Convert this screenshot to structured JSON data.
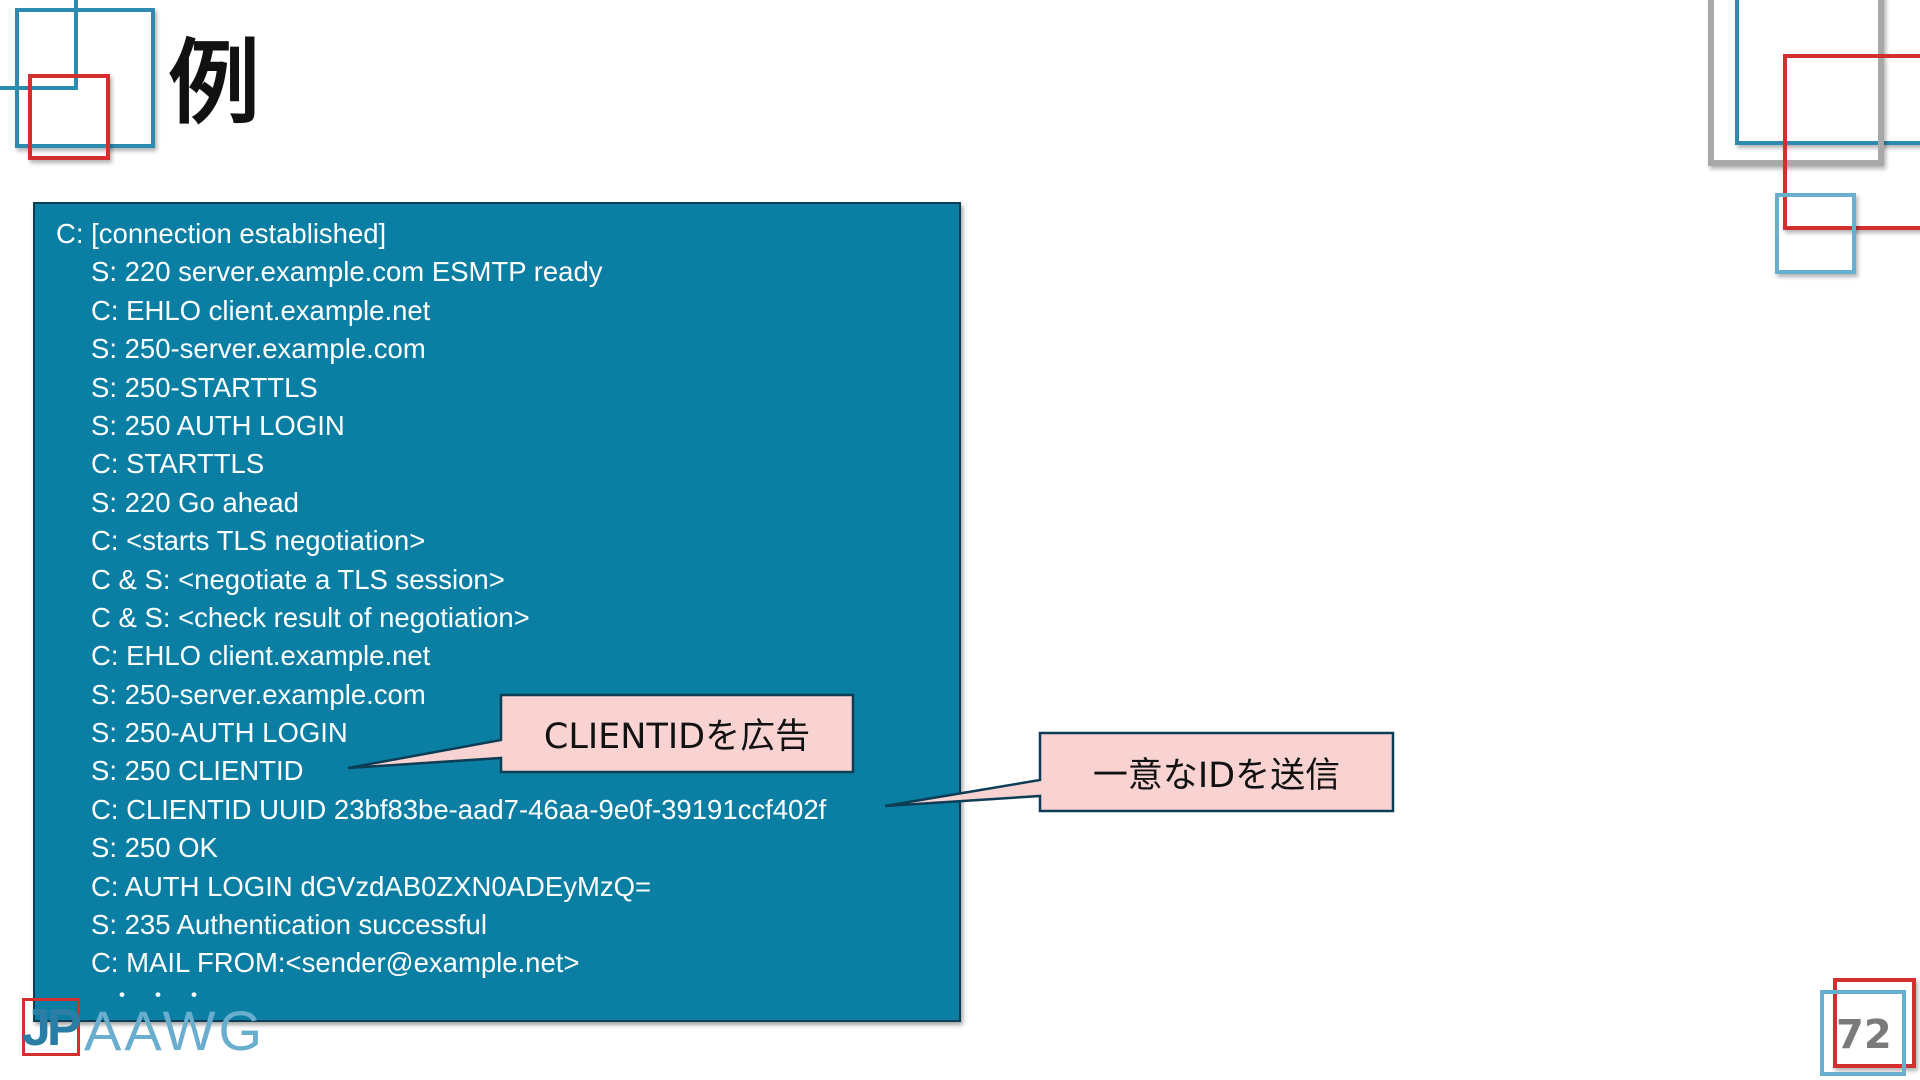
{
  "slide": {
    "title": "例",
    "page_number": "72"
  },
  "code": {
    "lines": [
      {
        "text": "C: [connection established]",
        "indent": false
      },
      {
        "text": "S: 220 server.example.com ESMTP ready",
        "indent": true
      },
      {
        "text": "C: EHLO client.example.net",
        "indent": true
      },
      {
        "text": "S: 250-server.example.com",
        "indent": true
      },
      {
        "text": "S: 250-STARTTLS",
        "indent": true
      },
      {
        "text": "S: 250 AUTH LOGIN",
        "indent": true
      },
      {
        "text": "C: STARTTLS",
        "indent": true
      },
      {
        "text": "S: 220 Go ahead",
        "indent": true
      },
      {
        "text": "C: <starts TLS negotiation>",
        "indent": true
      },
      {
        "text": "C & S: <negotiate a TLS session>",
        "indent": true
      },
      {
        "text": "C & S: <check result of negotiation>",
        "indent": true
      },
      {
        "text": "C: EHLO client.example.net",
        "indent": true
      },
      {
        "text": "S: 250-server.example.com",
        "indent": true
      },
      {
        "text": "S: 250-AUTH LOGIN",
        "indent": true
      },
      {
        "text": "S: 250 CLIENTID",
        "indent": true
      },
      {
        "text": "C: CLIENTID UUID 23bf83be-aad7-46aa-9e0f-39191ccf402f",
        "indent": true
      },
      {
        "text": "S: 250 OK",
        "indent": true
      },
      {
        "text": "C: AUTH LOGIN dGVzdAB0ZXN0ADEyMzQ=",
        "indent": true
      },
      {
        "text": "S: 235 Authentication successful",
        "indent": true
      },
      {
        "text": "C: MAIL FROM:<sender@example.net>",
        "indent": true
      }
    ],
    "ellipsis": "・・・"
  },
  "callouts": {
    "advertise": "CLIENTIDを広告",
    "send_id": "一意なIDを送信"
  },
  "logo": {
    "prefix": "JP",
    "suffix": "AAWG"
  },
  "colors": {
    "code_background": "#0a7fa3",
    "callout_fill": "#f8d3d1",
    "accent_blue": "#2e8bb0",
    "accent_red": "#d32f2f",
    "accent_gray": "#a8a8a8"
  }
}
